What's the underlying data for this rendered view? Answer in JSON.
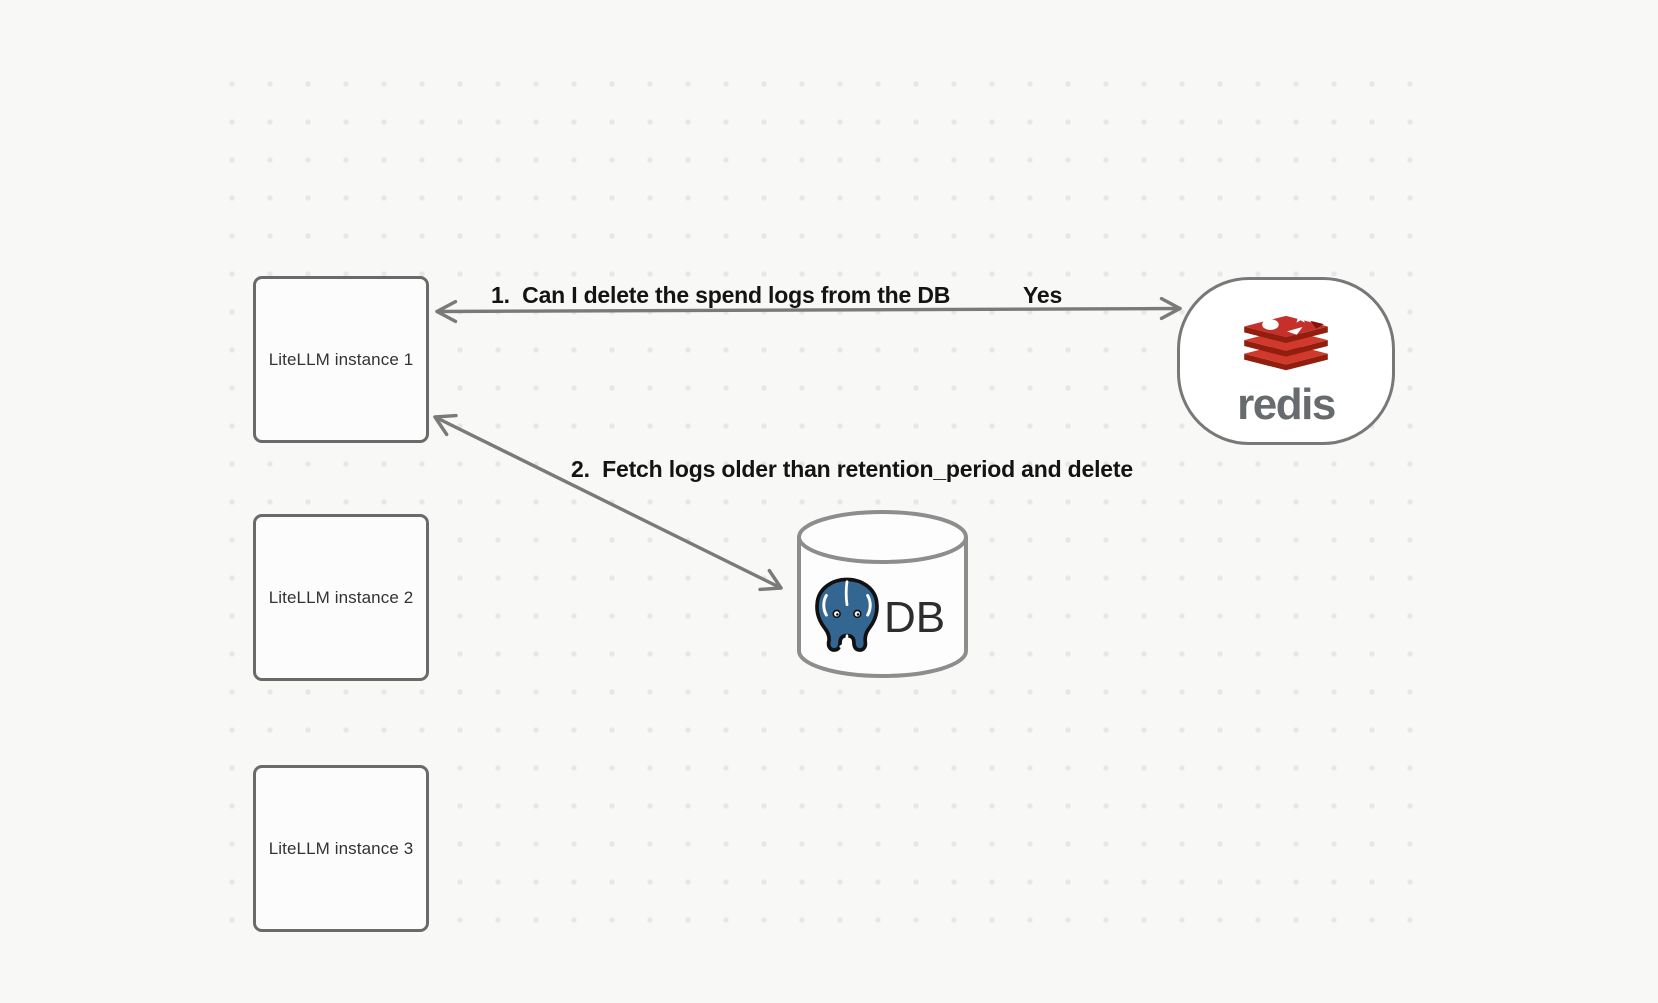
{
  "canvas": {
    "instances": [
      {
        "label": "LiteLLM instance 1"
      },
      {
        "label": "LiteLLM instance 2"
      },
      {
        "label": "LiteLLM instance 3"
      }
    ],
    "redis": {
      "wordmark": "redis"
    },
    "db": {
      "label": "DB"
    },
    "arrows": {
      "step1": {
        "label": "1.  Can I delete the spend logs from the DB",
        "response": "Yes"
      },
      "step2": {
        "label": "2.  Fetch logs older than retention_period and delete"
      }
    }
  },
  "icons": {
    "redis_logo": "redis-cube-stack-icon",
    "postgres_logo": "postgresql-elephant-icon"
  },
  "colors": {
    "background": "#f8f8f6",
    "dot_grid": "#e7e7e5",
    "node_border": "#6a6a6a",
    "arrow_stroke": "#7a7a7a",
    "label_text": "#141414",
    "node_text": "#333333",
    "redis_red": "#d0392b",
    "redis_red_dark": "#911e0f",
    "redis_wordmark_gray": "#686b6d",
    "postgres_blue": "#336791",
    "cylinder_stroke": "#8d8d8d"
  }
}
